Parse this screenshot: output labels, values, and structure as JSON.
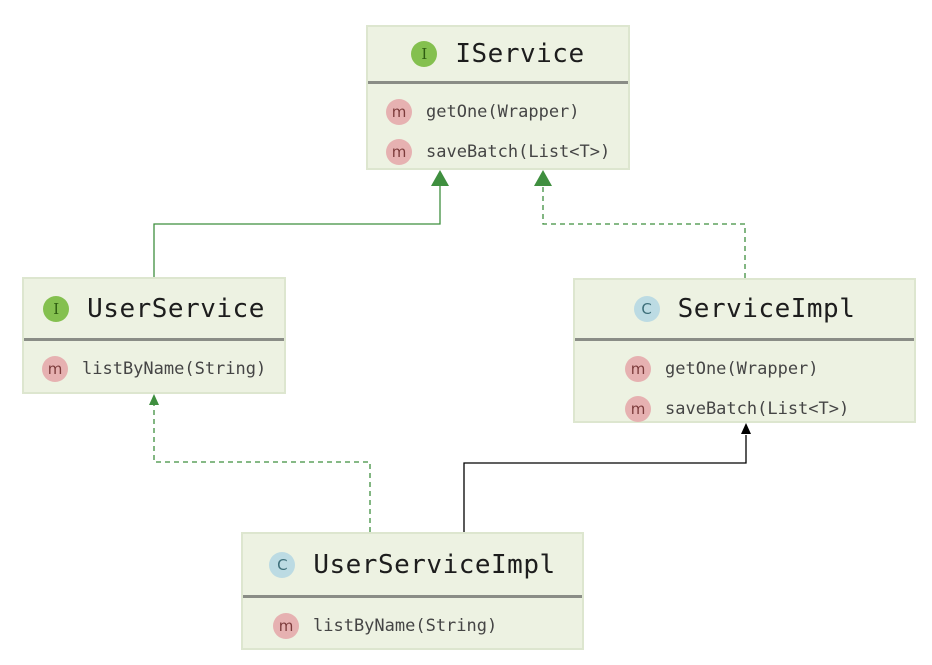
{
  "classes": [
    {
      "id": "iservice",
      "kind": "interface",
      "badge": "I",
      "name": "IService",
      "members": [
        {
          "badge": "m",
          "label": "getOne(Wrapper)"
        },
        {
          "badge": "m",
          "label": "saveBatch(List<T>)"
        }
      ]
    },
    {
      "id": "userservice",
      "kind": "interface",
      "badge": "I",
      "name": "UserService",
      "members": [
        {
          "badge": "m",
          "label": "listByName(String)"
        }
      ]
    },
    {
      "id": "serviceimpl",
      "kind": "class",
      "badge": "C",
      "name": "ServiceImpl",
      "members": [
        {
          "badge": "m",
          "label": "getOne(Wrapper)"
        },
        {
          "badge": "m",
          "label": "saveBatch(List<T>)"
        }
      ]
    },
    {
      "id": "userserviceimpl",
      "kind": "class",
      "badge": "C",
      "name": "UserServiceImpl",
      "members": [
        {
          "badge": "m",
          "label": "listByName(String)"
        }
      ]
    }
  ],
  "relations": [
    {
      "from": "userservice",
      "to": "iservice",
      "type": "extends",
      "color": "#3f8f3f",
      "style": "solid"
    },
    {
      "from": "serviceimpl",
      "to": "iservice",
      "type": "implements",
      "color": "#3f8f3f",
      "style": "dashed"
    },
    {
      "from": "userserviceimpl",
      "to": "userservice",
      "type": "implements",
      "color": "#3f8f3f",
      "style": "dashed"
    },
    {
      "from": "userserviceimpl",
      "to": "serviceimpl",
      "type": "extends",
      "color": "#000000",
      "style": "solid"
    }
  ]
}
